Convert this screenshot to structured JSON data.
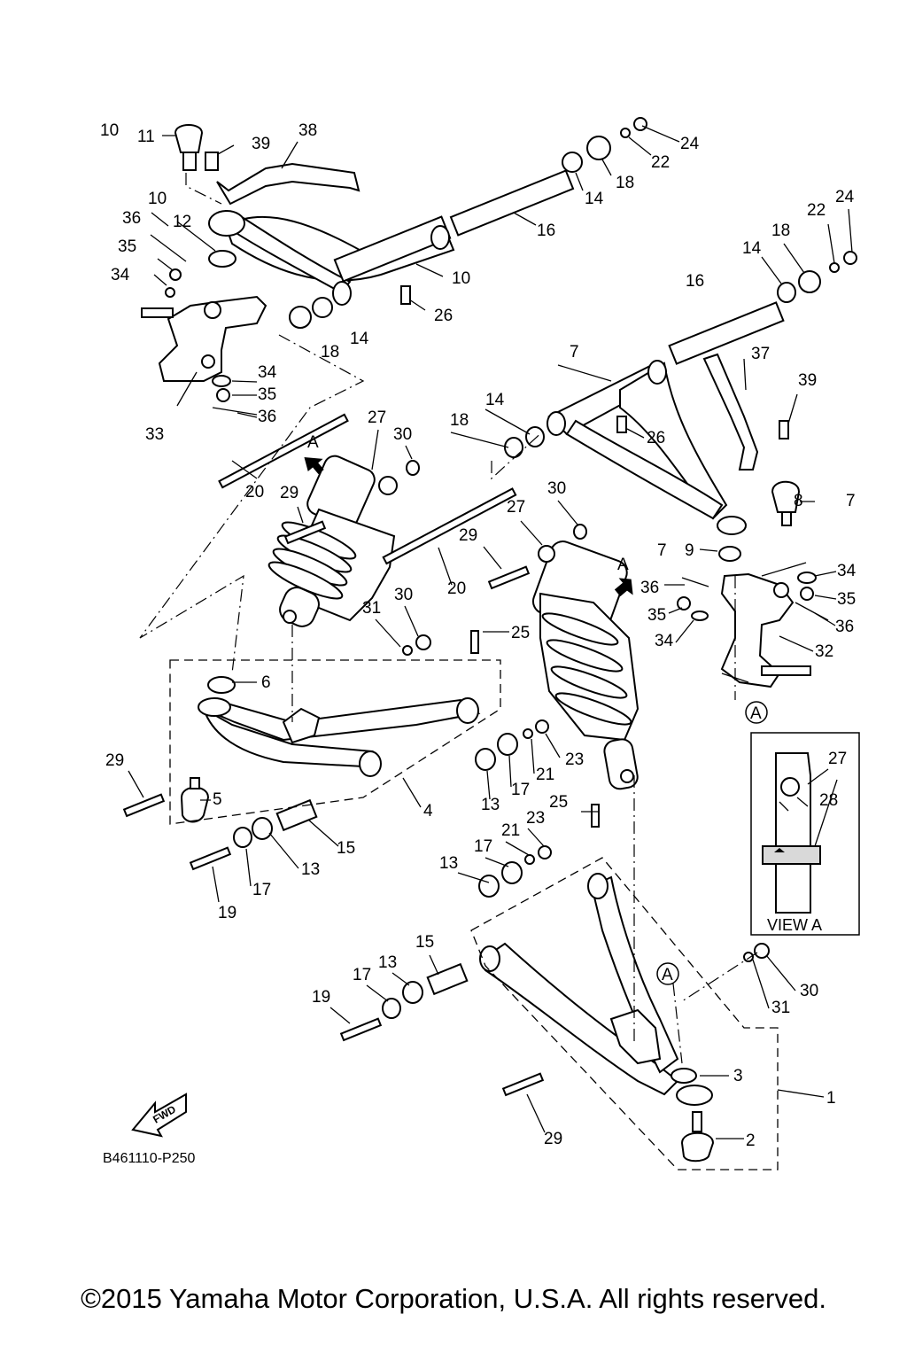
{
  "diagram_code": "B461110-P250",
  "copyright": "©2015 Yamaha Motor Corporation, U.S.A. All rights reserved.",
  "view_label": "VIEW A",
  "fwd_label": "FWD",
  "view_arrow_label": "A",
  "circle_ref": "A",
  "callouts": [
    "1",
    "2",
    "3",
    "4",
    "5",
    "6",
    "7",
    "8",
    "9",
    "10",
    "11",
    "12",
    "13",
    "14",
    "15",
    "16",
    "17",
    "18",
    "19",
    "20",
    "21",
    "22",
    "23",
    "24",
    "25",
    "26",
    "27",
    "28",
    "29",
    "30",
    "31",
    "32",
    "33",
    "34",
    "35",
    "36",
    "37",
    "38",
    "39"
  ]
}
